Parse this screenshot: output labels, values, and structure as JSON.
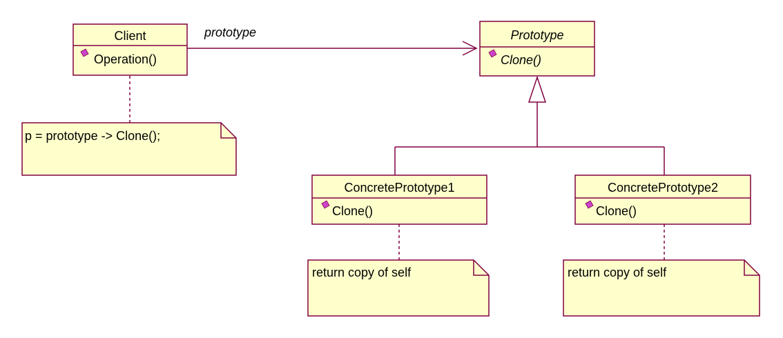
{
  "colors": {
    "box_fill": "#ffffcc",
    "border": "#800040",
    "operation_icon": "#cc44cc",
    "text": "#000000"
  },
  "classes": {
    "client": {
      "name": "Client",
      "operations": [
        "Operation()"
      ],
      "abstract": false
    },
    "prototype": {
      "name": "Prototype",
      "operations": [
        "Clone()"
      ],
      "abstract": true
    },
    "concrete1": {
      "name": "ConcretePrototype1",
      "operations": [
        "Clone()"
      ],
      "abstract": false
    },
    "concrete2": {
      "name": "ConcretePrototype2",
      "operations": [
        "Clone()"
      ],
      "abstract": false
    }
  },
  "association": {
    "label": "prototype",
    "from": "Client",
    "to": "Prototype"
  },
  "generalization": {
    "parent": "Prototype",
    "children": [
      "ConcretePrototype1",
      "ConcretePrototype2"
    ]
  },
  "notes": {
    "client_note": "p = prototype -> Clone();",
    "concrete1_note": "return copy of self",
    "concrete2_note": "return copy of self"
  },
  "icons": {
    "operation": "operation-icon"
  }
}
